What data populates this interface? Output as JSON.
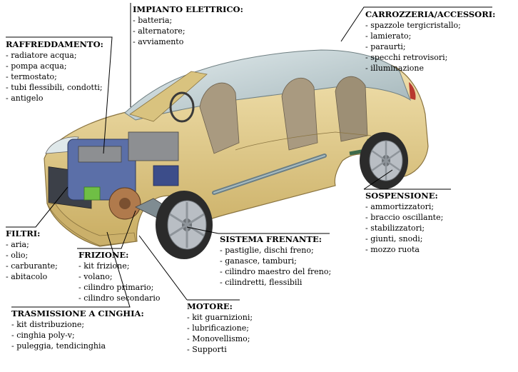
{
  "groups": {
    "impianto": {
      "title": "IMPIANTO ELETTRICO:",
      "items": [
        "batteria;",
        "alternatore;",
        "avviamento"
      ]
    },
    "carrozzeria": {
      "title": "CARROZZERIA/ACCESSORI:",
      "items": [
        "spazzole tergicristallo;",
        "lamierato;",
        "paraurti;",
        "specchi retrovisori;",
        "illuminazione"
      ]
    },
    "raffreddamento": {
      "title": "RAFFREDDAMENTO:",
      "items": [
        "radiatore acqua;",
        "pompa acqua;",
        "termostato;",
        "tubi flessibili, condotti;",
        "antigelo"
      ]
    },
    "sospensione": {
      "title": "SOSPENSIONE:",
      "items": [
        "ammortizzatori;",
        "braccio oscillante;",
        "stabilizzatori;",
        "giunti, snodi;",
        "mozzo ruota"
      ]
    },
    "filtri": {
      "title": "FILTRI:",
      "items": [
        "aria;",
        "olio;",
        "carburante;",
        "abitacolo"
      ]
    },
    "frizione": {
      "title": "FRIZIONE:",
      "items": [
        "kit frizione;",
        "volano;",
        "cilindro primario;",
        "cilindro secondario"
      ]
    },
    "frenante": {
      "title": "SISTEMA FRENANTE:",
      "items": [
        "pastiglie, dischi freno;",
        "ganasce, tamburi;",
        "cilindro maestro del freno;",
        "cilindretti, flessibili"
      ]
    },
    "trasmissione": {
      "title": "TRASMISSIONE A CINGHIA:",
      "items": [
        "kit distribuzione;",
        "cinghia poly-v;",
        "puleggia, tendicinghia"
      ]
    },
    "motore": {
      "title": "MOTORE:",
      "items": [
        "kit guarnizioni;",
        "lubrificazione;",
        "Monovellismo;",
        "Supporti"
      ]
    }
  },
  "colors": {
    "body": "#e6cf8e",
    "body_shade": "#c9ad62",
    "glass": "#c8d4d6",
    "interior": "#a99a80",
    "tire": "#2b2b2b",
    "rim": "#b9bec4",
    "engine_blue": "#5b6fa8",
    "engine_grey": "#8d8f92",
    "accent_green": "#6fbf45"
  }
}
